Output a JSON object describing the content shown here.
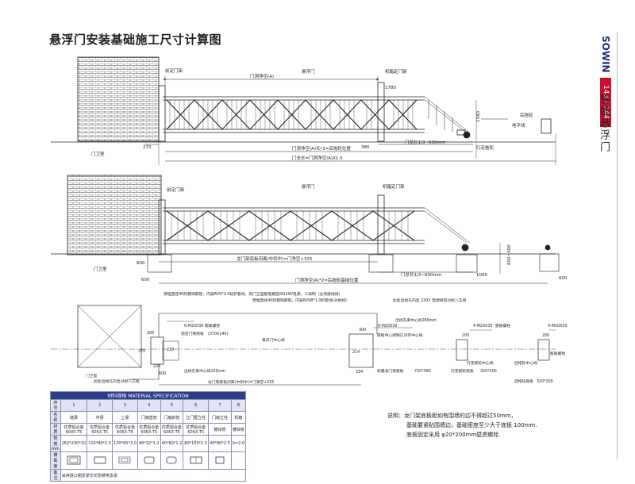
{
  "title": "悬浮门安装基础施工尺寸计算图",
  "brand": {
    "name": "SOWIN",
    "pages": "143 / 144",
    "product": "智能悬浮门"
  },
  "colors": {
    "brand": "#1e2d6e",
    "accent": "#c8102e",
    "line": "#222222"
  },
  "top_view": {
    "gatehouse": "门卫室",
    "front_post": "前定门架",
    "opening": "门洞净空(A)",
    "gate": "悬浮门",
    "motor_post": "机箱定门架",
    "dim_1780": "1780",
    "dim_1580": "1580",
    "ground": "地平线",
    "rear_wheel": "后拖轮",
    "travel_wheel": "行走拖轮",
    "dim_270": "270",
    "dim_380": "380",
    "body_len": "门总长1/3~600mm",
    "rear_wheel_pos": "门洞净空(A)长*2=后拖轮位置",
    "total_len": "门全长=门洞净空(A)X1.5"
  },
  "middle_view": {
    "front_post": "前定门架",
    "gate": "悬浮门",
    "motor_post": "机箱定门架",
    "gatehouse": "门卫室",
    "dim_600a": "600",
    "dim_600b": "600",
    "dim_600c": "600",
    "dim_1000": "1000",
    "dim_height": "800~400",
    "frame_len": "龙门架底板间离(中到中)=门净空+325",
    "body_len": "门总长1/3~600mm",
    "rear_pos": "门洞净空(A)*2=后拖轮基础位置"
  },
  "plan_view": {
    "note_conduit1": "预埋直径40热镀锌钢管，内穿RVV*2.5软护套线，到门卫室配电箱提供220V电源，三线制（必须接地线）",
    "note_conduit2": "预埋直径40热镀锌钢管，内穿RVV8*1.0护套线(对射线)",
    "note_power": "此处出线孔内出 220V 电源线和对射八芯线",
    "bolt1": "6-M20X30",
    "bolt2": "6-M20X30",
    "bolt3": "4-M20X30",
    "bolt4": "4-M20X30",
    "expansion1": "膨胀螺栓",
    "expansion2": "膨胀螺栓",
    "expansion3": "膨胀螺栓",
    "front_plate": "前定门架底板",
    "front_plate_size": "(370X140)",
    "conduit_len": "出线孔离中心线250mm",
    "gate_center": "悬浮门中心线",
    "plate_center": "底板中心线缺口对齐中心线",
    "outlet_280": "出线孔离中心线280mm",
    "wheel_center": "行走拖轮中心线",
    "wheel_center_b": "后拖轮中心线",
    "motor_plate": "机箱龙门架底板",
    "motor_plate_size": "720*380",
    "wheel_plate": "行走拖轮底板",
    "wheel_plate_size": "320*200",
    "rear_plate": "后拖轮底板",
    "rear_plate_size": "320*200",
    "gatehouse": "门卫室",
    "outlet_note": "此处出线孔内出对射八芯线",
    "dim_200": "200",
    "dim_370": "370",
    "dim_224": "224",
    "dim_228": "228",
    "dim_600": "600",
    "dim_334": "334",
    "dim_214": "214",
    "dim_300": "300",
    "dim_200b": "200",
    "dim_200c": "200",
    "frame_span": "龙门架底板间离(中到中)=门净空+325"
  },
  "spec_table": {
    "title": "材料规格  MATERIAL SPECIFICATION",
    "row_labels": [
      "序号",
      "名称",
      "材质",
      "规格mm",
      "横截面",
      "备注"
    ],
    "numbers": [
      "1",
      "2",
      "3",
      "4",
      "5",
      "6",
      "7",
      "8"
    ],
    "names": [
      "底梁",
      "中梁",
      "上梁",
      "门扇直管",
      "门扇斜管",
      "立门框立柱",
      "门扇立柱",
      "机箱"
    ],
    "materials": [
      "优质铝合金6005-T5",
      "优质铝合金6063-T5",
      "优质铝合金6063-T5",
      "优质铝合金6063-T5",
      "优质铝合金6063-T5",
      "优质铝合金6063-T5",
      "镀锌管",
      "镀锌板"
    ],
    "specs": [
      "262*230*10",
      "110*80*2.5",
      "120*65*3.0",
      "46*32*1.2",
      "40*60*1.2",
      "80*150*2.5",
      "40*80*2.5",
      "δ=2.0"
    ],
    "remark": "采用进口钢支梁交叉防锈电泳漆"
  },
  "notes": [
    "说明：龙门架底板距如有围墙的边不得超过50mm，",
    "基础要紧贴围墙边，基础密度至少大于底板 100mm.",
    "底板固定采用 φ20*200mm壁虎螺栓."
  ]
}
